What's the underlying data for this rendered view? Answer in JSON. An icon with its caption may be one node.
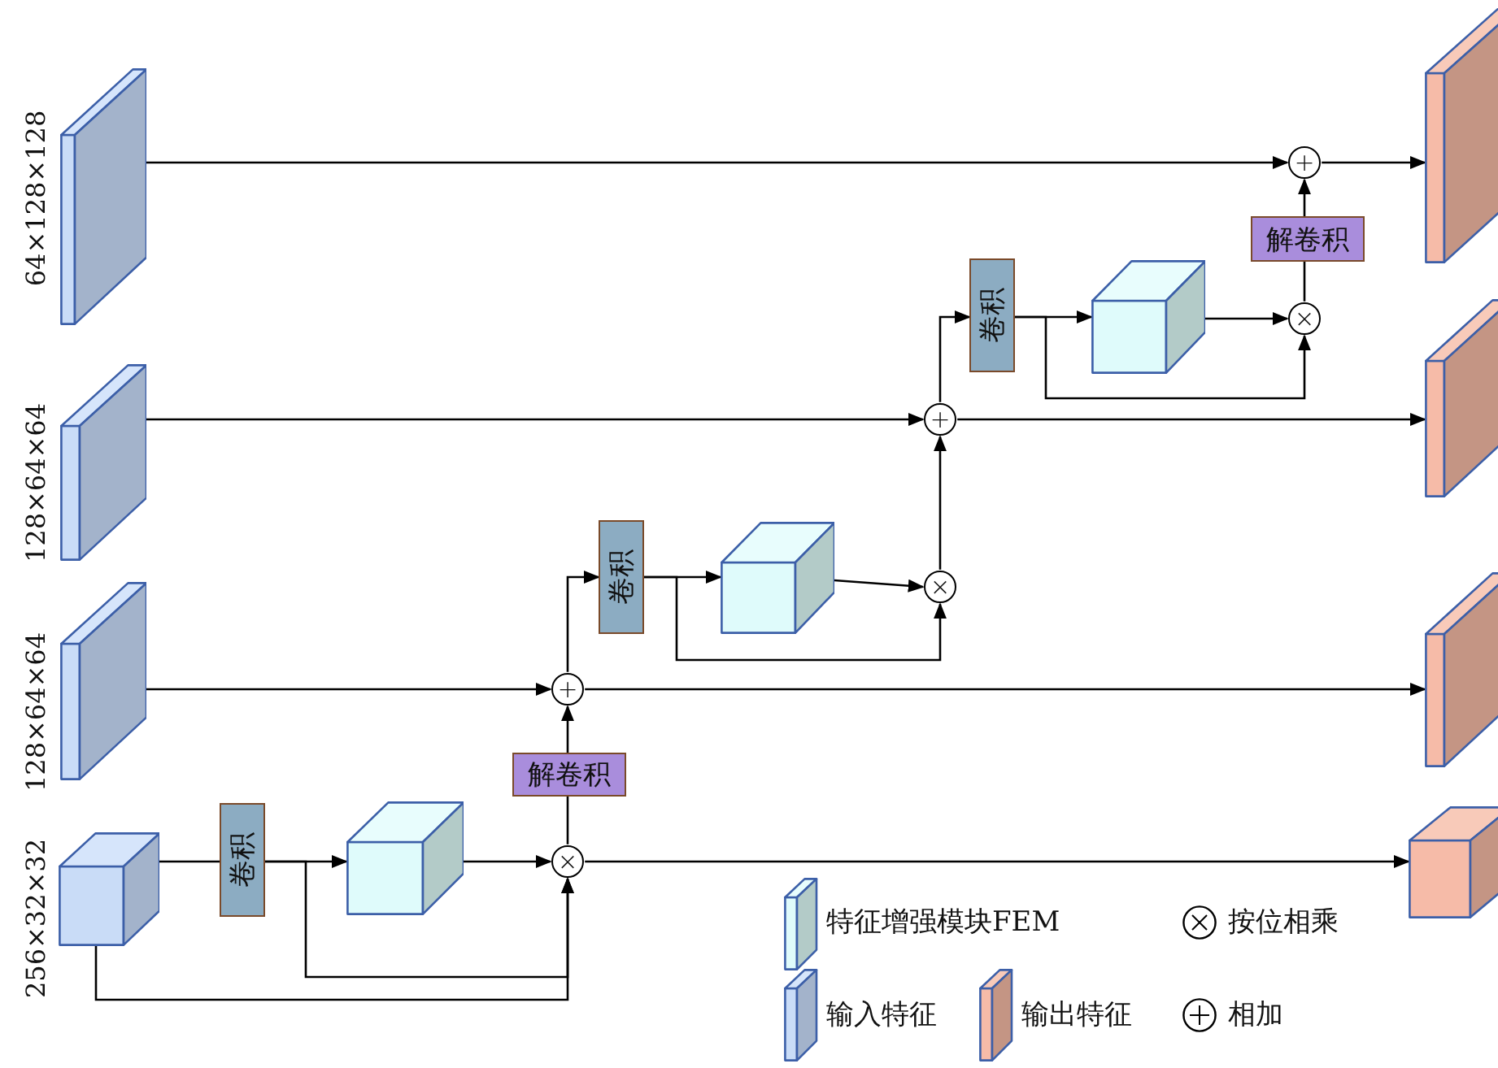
{
  "diagram": {
    "nodes": [
      {
        "text": [],
        "shape": "slab",
        "beside": [
          "64×128×128"
        ]
      },
      {
        "text": [],
        "shape": "slab",
        "beside": [
          "128×64×64"
        ]
      },
      {
        "text": [],
        "shape": "slab",
        "beside": [
          "128×64×64"
        ]
      },
      {
        "text": [],
        "shape": "cube",
        "beside": [
          "256×32×32"
        ]
      },
      {
        "text": [
          "卷积"
        ]
      },
      {
        "text": [],
        "shape": "cube"
      },
      {
        "text": [
          "×"
        ]
      },
      {
        "text": [
          "解卷积"
        ]
      },
      {
        "text": [
          "+"
        ]
      },
      {
        "text": [
          "卷积"
        ]
      },
      {
        "text": [],
        "shape": "cube"
      },
      {
        "text": [
          "×"
        ]
      },
      {
        "text": [
          "+"
        ]
      },
      {
        "text": [
          "卷积"
        ]
      },
      {
        "text": [],
        "shape": "cube"
      },
      {
        "text": [
          "×"
        ]
      },
      {
        "text": [
          "解卷积"
        ]
      },
      {
        "text": [
          "+"
        ]
      },
      {
        "text": [],
        "shape": "slab"
      },
      {
        "text": [],
        "shape": "slab"
      },
      {
        "text": [],
        "shape": "slab"
      },
      {
        "text": [],
        "shape": "cube"
      }
    ],
    "edges": [
      {
        "from": 0,
        "to": 17,
        "arrow": "to"
      },
      {
        "from": 17,
        "to": 18,
        "arrow": "to"
      },
      {
        "from": 1,
        "to": 12,
        "arrow": "to"
      },
      {
        "from": 12,
        "to": 19,
        "arrow": "to"
      },
      {
        "from": 12,
        "to": 13,
        "arrow": "to"
      },
      {
        "from": 13,
        "to": 14,
        "arrow": "to"
      },
      {
        "from": 13,
        "to": 15,
        "arrow": "to"
      },
      {
        "from": 14,
        "to": 15,
        "arrow": "to"
      },
      {
        "from": 15,
        "to": 16,
        "arrow": "none"
      },
      {
        "from": 16,
        "to": 17,
        "arrow": "to"
      },
      {
        "from": 2,
        "to": 8,
        "arrow": "to"
      },
      {
        "from": 8,
        "to": 20,
        "arrow": "to"
      },
      {
        "from": 8,
        "to": 9,
        "arrow": "to"
      },
      {
        "from": 9,
        "to": 10,
        "arrow": "to"
      },
      {
        "from": 9,
        "to": 11,
        "arrow": "to"
      },
      {
        "from": 10,
        "to": 11,
        "arrow": "to"
      },
      {
        "from": 11,
        "to": 12,
        "arrow": "to"
      },
      {
        "from": 3,
        "to": 4,
        "arrow": "none"
      },
      {
        "from": 4,
        "to": 5,
        "arrow": "to"
      },
      {
        "from": 4,
        "to": 6,
        "arrow": "to"
      },
      {
        "from": 3,
        "to": 6,
        "arrow": "to"
      },
      {
        "from": 5,
        "to": 6,
        "arrow": "to"
      },
      {
        "from": 6,
        "to": 7,
        "arrow": "none"
      },
      {
        "from": 7,
        "to": 8,
        "arrow": "to"
      },
      {
        "from": 6,
        "to": 21,
        "arrow": "to"
      }
    ],
    "legend": [
      {
        "text": "特征增强模块FEM"
      },
      {
        "text": "按位相乘"
      },
      {
        "text": "输入特征"
      },
      {
        "text": "输出特征"
      },
      {
        "text": "相加"
      }
    ]
  }
}
